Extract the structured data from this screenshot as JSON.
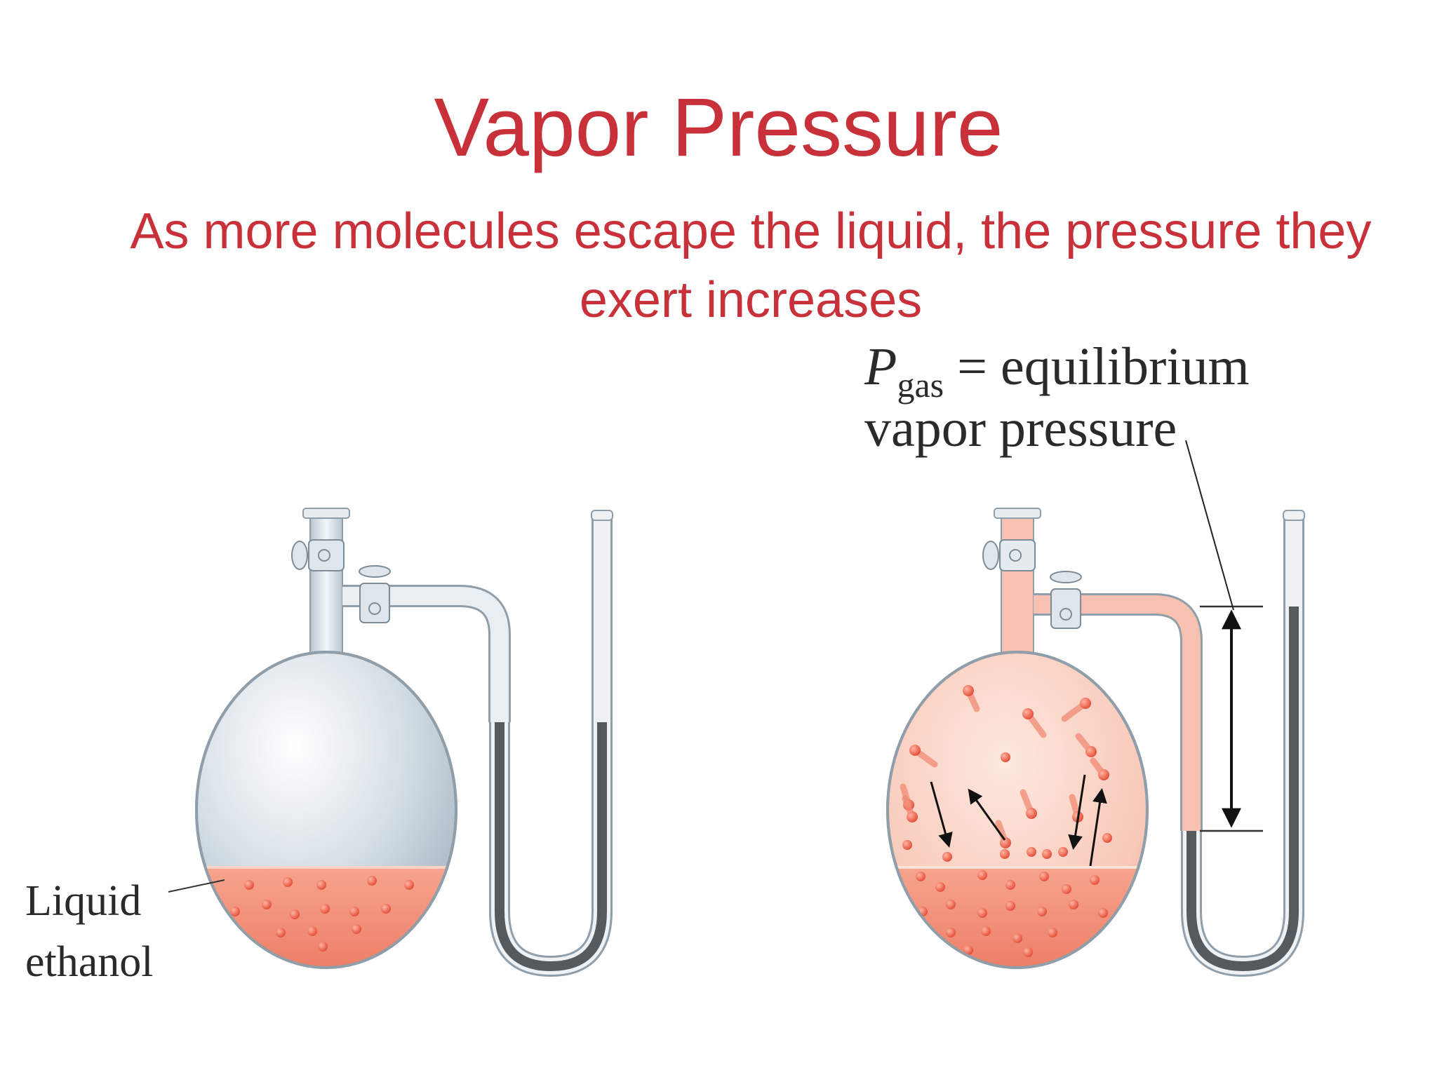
{
  "slide": {
    "title": "Vapor Pressure",
    "subtitle": "As more molecules escape the liquid, the pressure they exert increases"
  },
  "left_figure": {
    "label_line1": "Liquid",
    "label_line2": "ethanol"
  },
  "right_figure": {
    "pressure_symbol": "P",
    "pressure_subscript": "gas",
    "pressure_text": " = equilibrium",
    "pressure_line2": "vapor pressure"
  },
  "colors": {
    "title": "#c8303a",
    "liquid": "#f28a72",
    "molecule": "#e85a45",
    "vapor": "#f7c3b2",
    "mercury": "#555a5e",
    "glass": "#d7e1e8"
  }
}
